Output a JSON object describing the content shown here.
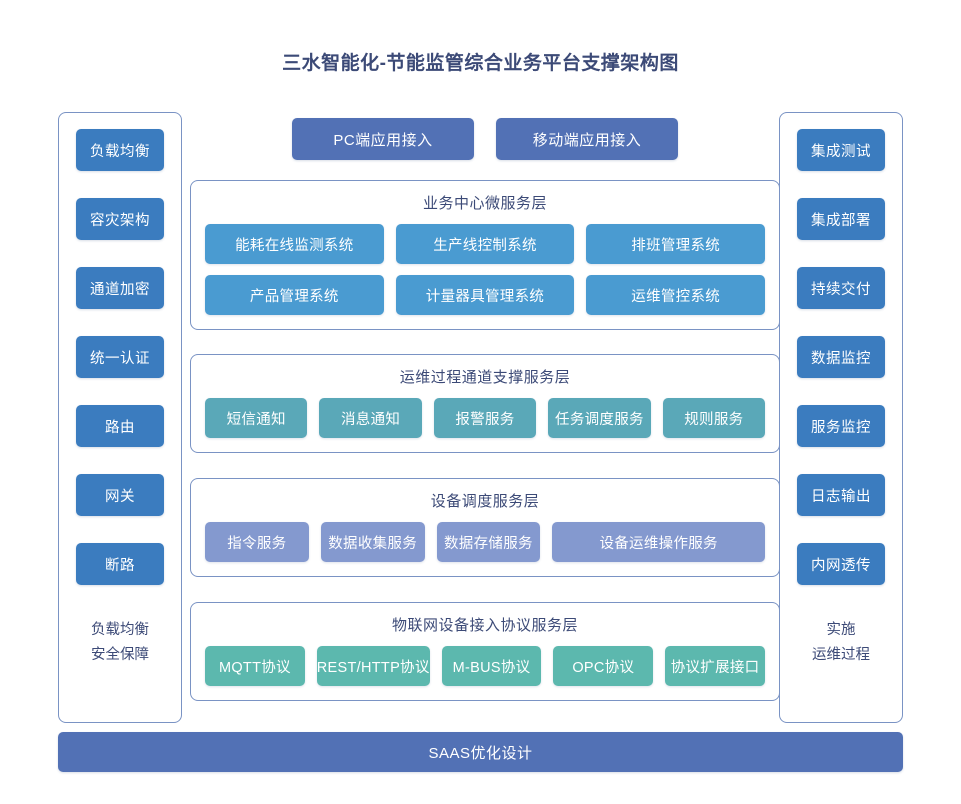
{
  "title": "三水智能化-节能监管综合业务平台支撑架构图",
  "colors": {
    "title_text": "#3c4a77",
    "panel_border": "#7a93c4",
    "side_button": "#3b7cbf",
    "access_button": "#5271b5",
    "business_chip": "#4a9bd1",
    "ops_chip": "#5aa8b8",
    "device_chip": "#8499cf",
    "protocol_chip": "#5cb8ae",
    "bottom_bar": "#5271b5"
  },
  "left_panel": {
    "items": [
      {
        "label": "负载均衡"
      },
      {
        "label": "容灾架构"
      },
      {
        "label": "通道加密"
      },
      {
        "label": "统一认证"
      },
      {
        "label": "路由"
      },
      {
        "label": "网关"
      },
      {
        "label": "断路"
      }
    ],
    "footer_line1": "负载均衡",
    "footer_line2": "安全保障"
  },
  "right_panel": {
    "items": [
      {
        "label": "集成测试"
      },
      {
        "label": "集成部署"
      },
      {
        "label": "持续交付"
      },
      {
        "label": "数据监控"
      },
      {
        "label": "服务监控"
      },
      {
        "label": "日志输出"
      },
      {
        "label": "内网透传"
      }
    ],
    "footer_line1": "实施",
    "footer_line2": "运维过程"
  },
  "access_buttons": [
    {
      "label": "PC端应用接入"
    },
    {
      "label": "移动端应用接入"
    }
  ],
  "layers": {
    "business": {
      "title": "业务中心微服务层",
      "row1": [
        {
          "label": "能耗在线监测系统"
        },
        {
          "label": "生产线控制系统"
        },
        {
          "label": "排班管理系统"
        }
      ],
      "row2": [
        {
          "label": "产品管理系统"
        },
        {
          "label": "计量器具管理系统"
        },
        {
          "label": "运维管控系统"
        }
      ]
    },
    "ops": {
      "title": "运维过程通道支撑服务层",
      "items": [
        {
          "label": "短信通知"
        },
        {
          "label": "消息通知"
        },
        {
          "label": "报警服务"
        },
        {
          "label": "任务调度服务"
        },
        {
          "label": "规则服务"
        }
      ]
    },
    "device": {
      "title": "设备调度服务层",
      "items": [
        {
          "label": "指令服务",
          "flex": 1
        },
        {
          "label": "数据收集服务",
          "flex": 1
        },
        {
          "label": "数据存储服务",
          "flex": 1
        },
        {
          "label": "设备运维操作服务",
          "flex": 2.05
        }
      ]
    },
    "protocol": {
      "title": "物联网设备接入协议服务层",
      "items": [
        {
          "label": "MQTT协议"
        },
        {
          "label": "REST/HTTP协议"
        },
        {
          "label": "M-BUS协议"
        },
        {
          "label": "OPC协议"
        },
        {
          "label": "协议扩展接口"
        }
      ]
    }
  },
  "bottom_bar": {
    "label": "SAAS优化设计"
  }
}
